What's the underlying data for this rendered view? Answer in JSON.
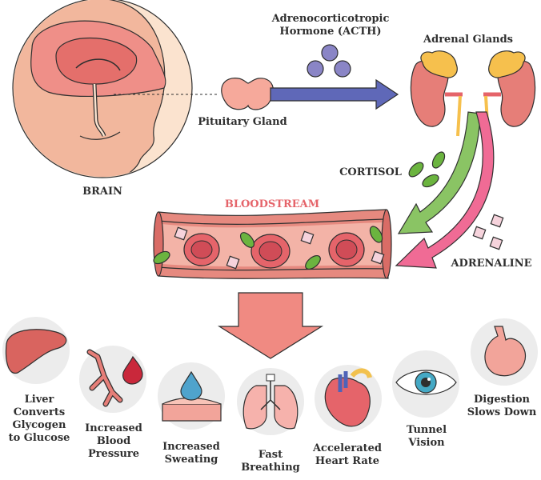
{
  "labels": {
    "brain": "BRAIN",
    "pituitary": "Pituitary Gland",
    "acth": "Adrenocorticotropic\nHormone (ACTH)",
    "adrenal": "Adrenal Glands",
    "cortisol": "CORTISOL",
    "adrenaline": "ADRENALINE",
    "bloodstream": "BLOODSTREAM"
  },
  "effects": [
    {
      "label": "Liver\nConverts\nGlycogen\nto Glucose",
      "icon": "liver-icon"
    },
    {
      "label": "Increased\nBlood\nPressure",
      "icon": "blood-vessel-icon"
    },
    {
      "label": "Increased\nSweating",
      "icon": "sweat-drop-icon"
    },
    {
      "label": "Fast\nBreathing",
      "icon": "lungs-icon"
    },
    {
      "label": "Accelerated\nHeart Rate",
      "icon": "heart-icon"
    },
    {
      "label": "Tunnel\nVision",
      "icon": "eye-icon"
    },
    {
      "label": "Digestion\nSlows Down",
      "icon": "stomach-icon"
    }
  ],
  "colors": {
    "skin": "#e9877f",
    "brain": "#e67e78",
    "arrow_blue": "#5f68b8",
    "arrow_green": "#8ac464",
    "arrow_pink": "#f06b95",
    "cortisol_green": "#6bb43f",
    "vessel": "#e6897f",
    "down_arrow": "#f08a82",
    "adrenal_yellow": "#f6c04d"
  }
}
